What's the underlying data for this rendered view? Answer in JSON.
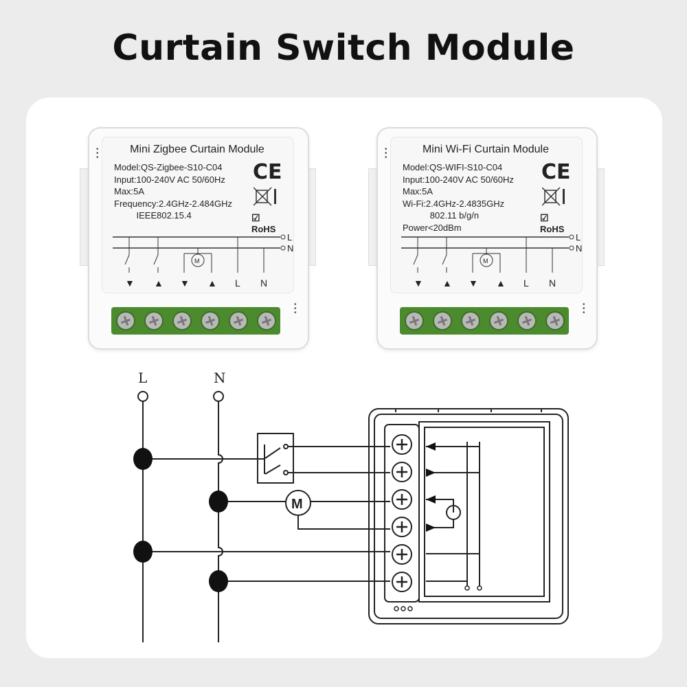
{
  "title": "Curtain Switch Module",
  "modules": [
    {
      "title": "Mini Zigbee Curtain Module",
      "specs": [
        "Model:QS-Zigbee-S10-C04",
        "Input:100-240V AC  50/60Hz",
        "Max:5A",
        "Frequency:2.4GHz-2.484GHz",
        "         IEEE802.15.4"
      ],
      "ce_mark": "CE",
      "rohs_mark": "RoHS",
      "line_labels": [
        "L",
        "N"
      ],
      "terminal_labels": [
        "▼",
        "▲",
        "▼",
        "▲",
        "L",
        "N"
      ],
      "motor_label": "M"
    },
    {
      "title": "Mini Wi-Fi Curtain Module",
      "specs": [
        "Model:QS-WIFI-S10-C04",
        "Input:100-240V AC  50/60Hz",
        "Max:5A",
        "Wi-Fi:2.4GHz-2.4835GHz",
        "           802.11 b/g/n",
        "Power<20dBm"
      ],
      "ce_mark": "CE",
      "rohs_mark": "RoHS",
      "line_labels": [
        "L",
        "N"
      ],
      "terminal_labels": [
        "▼",
        "▲",
        "▼",
        "▲",
        "L",
        "N"
      ],
      "motor_label": "M"
    }
  ],
  "wiring": {
    "live_label": "L",
    "neutral_label": "N",
    "motor_label": "M"
  },
  "colors": {
    "terminal_green": "#4b8b2e",
    "background": "#ececec",
    "card": "#ffffff"
  }
}
